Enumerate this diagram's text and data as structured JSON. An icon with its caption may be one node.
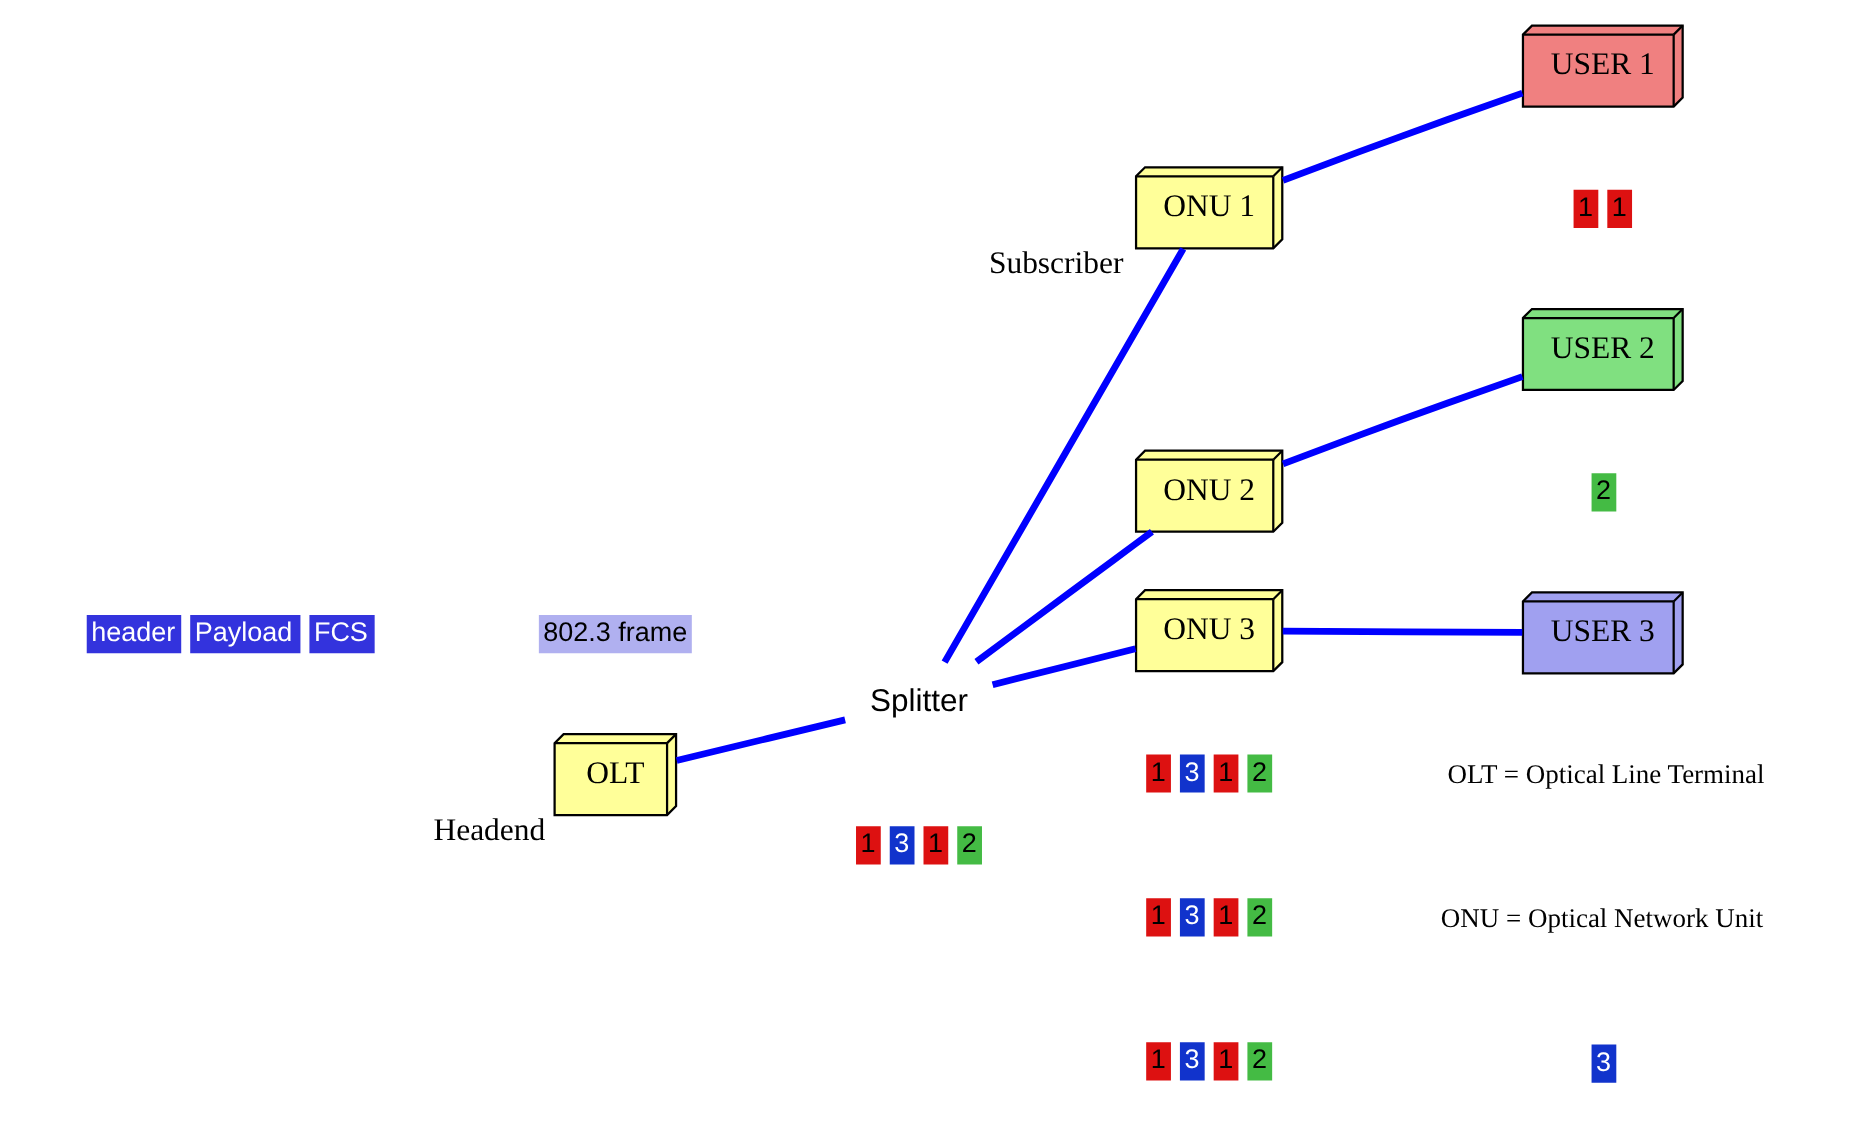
{
  "diagram": {
    "nodes": [
      {
        "text": [
          "OLT"
        ],
        "beside": [
          "Headend"
        ]
      },
      {
        "text": [
          "Splitter"
        ]
      },
      {
        "text": [
          "ONU 1"
        ],
        "beside": [
          "Subscriber"
        ]
      },
      {
        "text": [
          "ONU 2"
        ]
      },
      {
        "text": [
          "ONU 3"
        ]
      },
      {
        "text": [
          "USER 1"
        ]
      },
      {
        "text": [
          "USER 2"
        ]
      },
      {
        "text": [
          "USER 3"
        ]
      }
    ],
    "edges": [
      {
        "from": 0,
        "to": 1,
        "arrow": "none"
      },
      {
        "from": 1,
        "to": 2,
        "arrow": "none"
      },
      {
        "from": 1,
        "to": 3,
        "arrow": "none"
      },
      {
        "from": 1,
        "to": 4,
        "arrow": "none"
      },
      {
        "from": 2,
        "to": 5,
        "arrow": "none"
      },
      {
        "from": 3,
        "to": 6,
        "arrow": "none"
      },
      {
        "from": 4,
        "to": 7,
        "arrow": "none"
      }
    ],
    "labels": [
      "header",
      "Payload",
      "FCS",
      "802.3 frame",
      "1",
      "3",
      "1",
      "2",
      "1",
      "3",
      "1",
      "2",
      "1",
      "3",
      "1",
      "2",
      "1",
      "3",
      "1",
      "2",
      "1",
      "1",
      "2",
      "3",
      "OLT = Optical Line Terminal",
      "ONU = Optical Network Unit"
    ]
  }
}
